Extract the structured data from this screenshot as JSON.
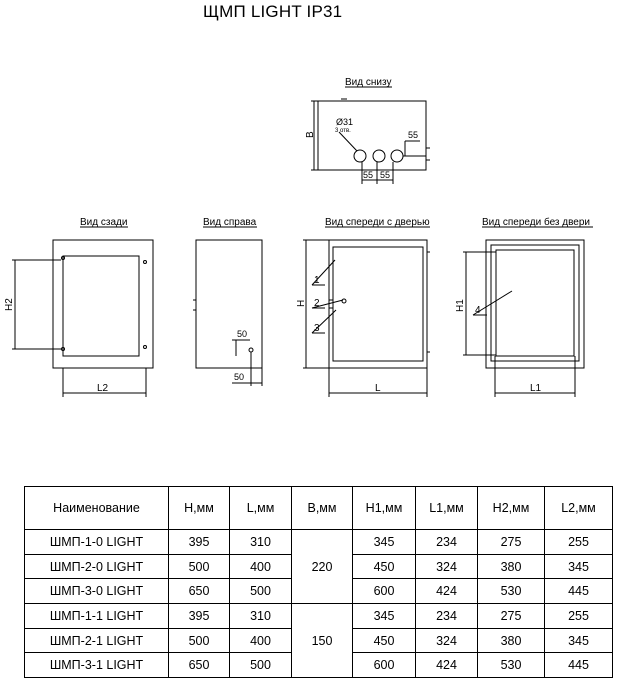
{
  "title": "ЩМП LIGHT IP31",
  "views": {
    "bottom": "Вид снизу",
    "rear": "Вид сзади",
    "right": "Вид справа",
    "front_door": "Вид спереди с дверью",
    "front_nodoor": "Вид спереди без двери"
  },
  "dims": {
    "B": "B",
    "hole_diam": "Ø31",
    "hole_count": "3 отв.",
    "d55": "55",
    "H": "H",
    "L": "L",
    "H1": "H1",
    "L1": "L1",
    "H2": "H2",
    "L2": "L2",
    "d50": "50"
  },
  "callouts": [
    "1",
    "2",
    "3",
    "4"
  ],
  "table": {
    "headers": [
      "Наименование",
      "H,мм",
      "L,мм",
      "B,мм",
      "H1,мм",
      "L1,мм",
      "H2,мм",
      "L2,мм"
    ],
    "rows": [
      {
        "name": "ШМП-1-0 LIGHT",
        "H": "395",
        "L": "310",
        "H1": "345",
        "L1": "234",
        "H2": "275",
        "L2": "255"
      },
      {
        "name": "ШМП-2-0 LIGHT",
        "H": "500",
        "L": "400",
        "H1": "450",
        "L1": "324",
        "H2": "380",
        "L2": "345"
      },
      {
        "name": "ШМП-3-0 LIGHT",
        "H": "650",
        "L": "500",
        "H1": "600",
        "L1": "424",
        "H2": "530",
        "L2": "445"
      },
      {
        "name": "ШМП-1-1 LIGHT",
        "H": "395",
        "L": "310",
        "H1": "345",
        "L1": "234",
        "H2": "275",
        "L2": "255"
      },
      {
        "name": "ШМП-2-1 LIGHT",
        "H": "500",
        "L": "400",
        "H1": "450",
        "L1": "324",
        "H2": "380",
        "L2": "345"
      },
      {
        "name": "ШМП-3-1 LIGHT",
        "H": "650",
        "L": "500",
        "H1": "600",
        "L1": "424",
        "H2": "530",
        "L2": "445"
      }
    ],
    "B_groups": [
      "220",
      "150"
    ]
  }
}
